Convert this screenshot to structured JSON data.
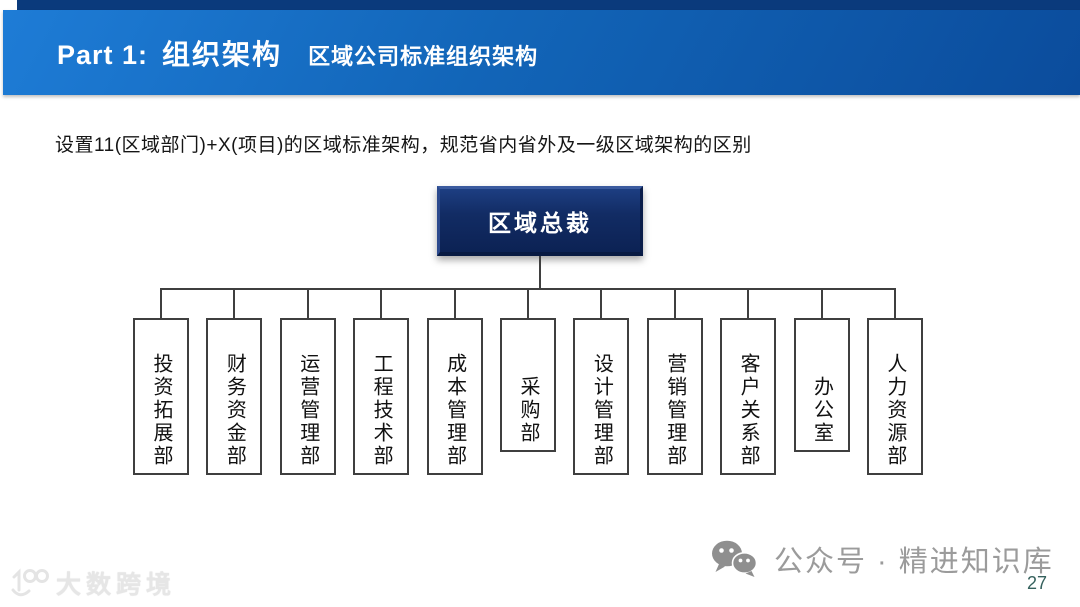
{
  "header": {
    "part_label": "Part 1:",
    "title": "组织架构",
    "subtitle": "区域公司标准组织架构",
    "bar_gradient_start": "#1e7cd6",
    "bar_gradient_end": "#0b4c9c",
    "backdrop_color": "#0a3a7c"
  },
  "description": "设置11(区域部门)+X(项目)的区域标准架构，规范省内省外及一级区域架构的区别",
  "org_chart": {
    "root_label": "区域总裁",
    "root_color": "#122c64",
    "line_color": "#3f3f3f",
    "departments": [
      {
        "label": "投资拓展部",
        "short": false
      },
      {
        "label": "财务资金部",
        "short": false
      },
      {
        "label": "运营管理部",
        "short": false
      },
      {
        "label": "工程技术部",
        "short": false
      },
      {
        "label": "成本管理部",
        "short": false
      },
      {
        "label": "采购部",
        "short": true
      },
      {
        "label": "设计管理部",
        "short": false
      },
      {
        "label": "营销管理部",
        "short": false
      },
      {
        "label": "客户关系部",
        "short": false
      },
      {
        "label": "办公室",
        "short": true
      },
      {
        "label": "人力资源部",
        "short": false
      }
    ]
  },
  "footer": {
    "watermark_logo_icon": "brand-100-logo-icon",
    "watermark_text": "大数跨境",
    "wechat_icon": "wechat-icon",
    "wechat_label": "公众号 · 精进知识库",
    "page_number": "27",
    "page_number_color": "#35615d"
  }
}
